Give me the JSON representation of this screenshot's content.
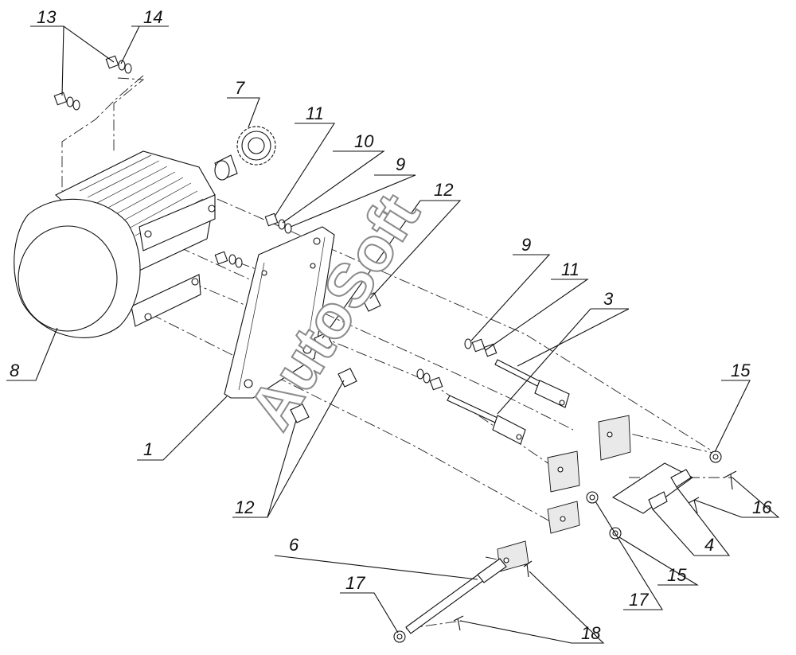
{
  "watermark": "AutoSoft",
  "callouts": {
    "c1": "1",
    "c3": "3",
    "c4": "4",
    "c6": "6",
    "c7": "7",
    "c8": "8",
    "c9a": "9",
    "c9b": "9",
    "c10": "10",
    "c11a": "11",
    "c11b": "11",
    "c12a": "12",
    "c12b": "12",
    "c13": "13",
    "c14": "14",
    "c15a": "15",
    "c15b": "15",
    "c16": "16",
    "c17a": "17",
    "c17b": "17",
    "c18": "18"
  }
}
